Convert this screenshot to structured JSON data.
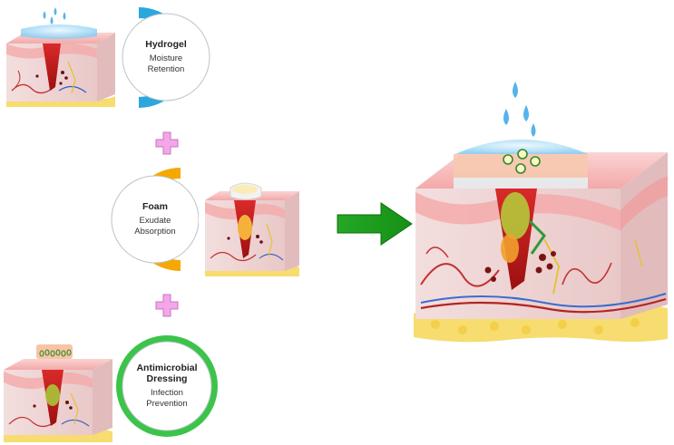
{
  "stages": {
    "hydrogel": {
      "title": "Hydrogel",
      "subtitle_lines": [
        "Moisture",
        "Retention"
      ],
      "ring_color": "#2aa7dd"
    },
    "foam": {
      "title": "Foam",
      "subtitle_lines": [
        "Exudate",
        "Absorption"
      ],
      "ring_color": "#f5a800"
    },
    "antimicrobial": {
      "title_lines": [
        "Antimicrobial",
        "Dressing"
      ],
      "subtitle_lines": [
        "Infection",
        "Prevention"
      ],
      "ring_color": "#3cc44a"
    }
  },
  "colors": {
    "plus": "#f4a6ea",
    "arrow": "#1fa21f",
    "skin_top": "#f6b8b8",
    "dermis": "#f8e4e4",
    "fat": "#f7dc6f",
    "wound": "#c61d1d",
    "hydrogel_water": "#7cc8f0"
  }
}
